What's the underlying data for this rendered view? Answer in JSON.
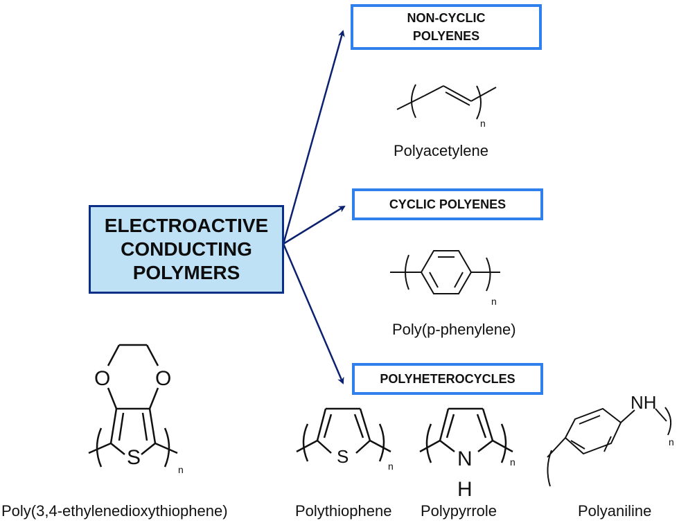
{
  "root": {
    "label": "ELECTROACTIVE CONDUCTING POLYMERS"
  },
  "categories": {
    "noncyclic": "NON-CYCLIC POLYENES",
    "cyclic": "CYCLIC POLYENES",
    "heterocycles": "POLYHETEROCYCLES"
  },
  "polymers": {
    "polyacetylene": "Polyacetylene",
    "polyphenylene": "Poly(p-phenylene)",
    "pedot": "Poly(3,4-ethylenedioxythiophene)",
    "polythiophene": "Polythiophene",
    "polypyrrole": "Polypyrrole",
    "polyaniline": "Polyaniline"
  },
  "atoms": {
    "oxygen": "O",
    "sulfur": "S",
    "nitrogen": "N",
    "hydrogen": "H",
    "amine": "NH",
    "repeat": "n"
  },
  "colors": {
    "arrow": "#0b2170",
    "category_border": "#2f80ed",
    "root_fill": "#bfe1f5",
    "root_border": "#0b2f86"
  }
}
